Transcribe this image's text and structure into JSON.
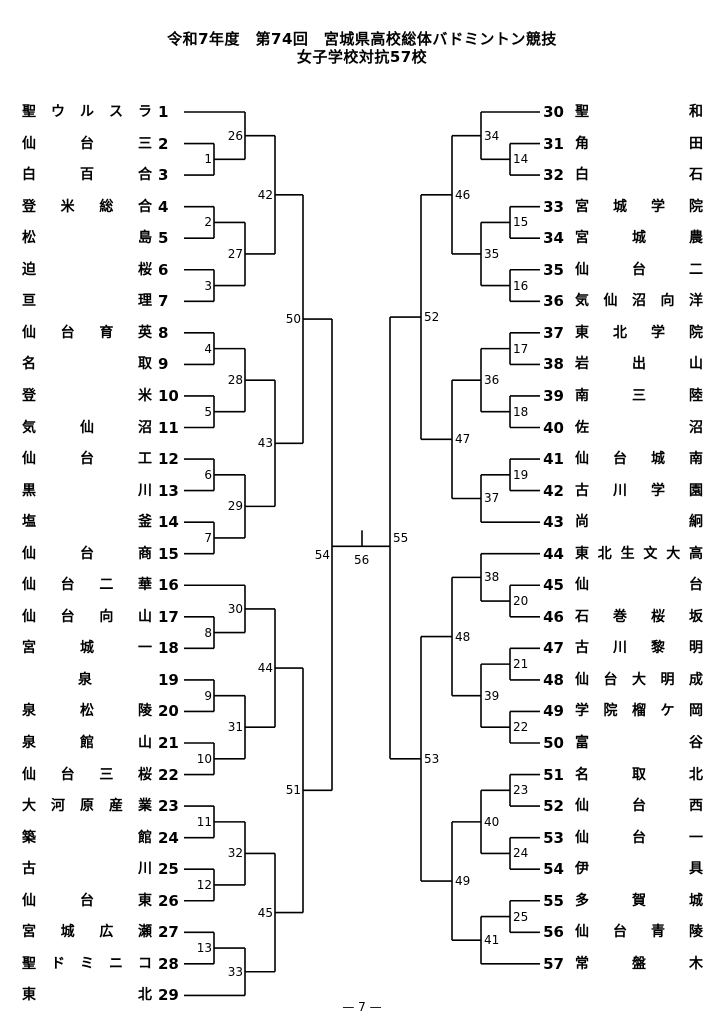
{
  "title": "令和7年度　第74回　宮城県高校総体バドミントン競技",
  "subtitle": "女子学校対抗57校",
  "page_number": "— 7 —",
  "left_teams": [
    {
      "seed": "1",
      "name": "聖ウルスラ"
    },
    {
      "seed": "2",
      "name": "仙台三"
    },
    {
      "seed": "3",
      "name": "白百合"
    },
    {
      "seed": "4",
      "name": "登米総合"
    },
    {
      "seed": "5",
      "name": "松島"
    },
    {
      "seed": "6",
      "name": "迫桜"
    },
    {
      "seed": "7",
      "name": "亘理"
    },
    {
      "seed": "8",
      "name": "仙台育英"
    },
    {
      "seed": "9",
      "name": "名取"
    },
    {
      "seed": "10",
      "name": "登米"
    },
    {
      "seed": "11",
      "name": "気仙沼"
    },
    {
      "seed": "12",
      "name": "仙台工"
    },
    {
      "seed": "13",
      "name": "黒川"
    },
    {
      "seed": "14",
      "name": "塩釜"
    },
    {
      "seed": "15",
      "name": "仙台商"
    },
    {
      "seed": "16",
      "name": "仙台二華"
    },
    {
      "seed": "17",
      "name": "仙台向山"
    },
    {
      "seed": "18",
      "name": "宮城一"
    },
    {
      "seed": "19",
      "name": "泉"
    },
    {
      "seed": "20",
      "name": "泉松陵"
    },
    {
      "seed": "21",
      "name": "泉館山"
    },
    {
      "seed": "22",
      "name": "仙台三桜"
    },
    {
      "seed": "23",
      "name": "大河原産業"
    },
    {
      "seed": "24",
      "name": "築館"
    },
    {
      "seed": "25",
      "name": "古川"
    },
    {
      "seed": "26",
      "name": "仙台東"
    },
    {
      "seed": "27",
      "name": "宮城広瀬"
    },
    {
      "seed": "28",
      "name": "聖ドミニコ"
    },
    {
      "seed": "29",
      "name": "東北"
    }
  ],
  "right_teams": [
    {
      "seed": "30",
      "name": "聖和"
    },
    {
      "seed": "31",
      "name": "角田"
    },
    {
      "seed": "32",
      "name": "白石"
    },
    {
      "seed": "33",
      "name": "宮城学院"
    },
    {
      "seed": "34",
      "name": "宮城農"
    },
    {
      "seed": "35",
      "name": "仙台二"
    },
    {
      "seed": "36",
      "name": "気仙沼向洋"
    },
    {
      "seed": "37",
      "name": "東北学院"
    },
    {
      "seed": "38",
      "name": "岩出山"
    },
    {
      "seed": "39",
      "name": "南三陸"
    },
    {
      "seed": "40",
      "name": "佐沼"
    },
    {
      "seed": "41",
      "name": "仙台城南"
    },
    {
      "seed": "42",
      "name": "古川学園"
    },
    {
      "seed": "43",
      "name": "尚絅"
    },
    {
      "seed": "44",
      "name": "東北生文大高"
    },
    {
      "seed": "45",
      "name": "仙台"
    },
    {
      "seed": "46",
      "name": "石巻桜坂"
    },
    {
      "seed": "47",
      "name": "古川黎明"
    },
    {
      "seed": "48",
      "name": "仙台大明成"
    },
    {
      "seed": "49",
      "name": "学院榴ケ岡"
    },
    {
      "seed": "50",
      "name": "富谷"
    },
    {
      "seed": "51",
      "name": "名取北"
    },
    {
      "seed": "52",
      "name": "仙台西"
    },
    {
      "seed": "53",
      "name": "仙台一"
    },
    {
      "seed": "54",
      "name": "伊具"
    },
    {
      "seed": "55",
      "name": "多賀城"
    },
    {
      "seed": "56",
      "name": "仙台青陵"
    },
    {
      "seed": "57",
      "name": "常盤木"
    }
  ],
  "match_numbers": [
    "1",
    "2",
    "3",
    "4",
    "5",
    "6",
    "7",
    "8",
    "9",
    "10",
    "11",
    "12",
    "13",
    "14",
    "15",
    "16",
    "17",
    "18",
    "19",
    "20",
    "21",
    "22",
    "23",
    "24",
    "25",
    "26",
    "27",
    "28",
    "29",
    "30",
    "31",
    "32",
    "33",
    "34",
    "35",
    "36",
    "37",
    "38",
    "39",
    "40",
    "41",
    "42",
    "43",
    "44",
    "45",
    "46",
    "47",
    "48",
    "49",
    "50",
    "51",
    "52",
    "53",
    "54",
    "55",
    "56"
  ]
}
